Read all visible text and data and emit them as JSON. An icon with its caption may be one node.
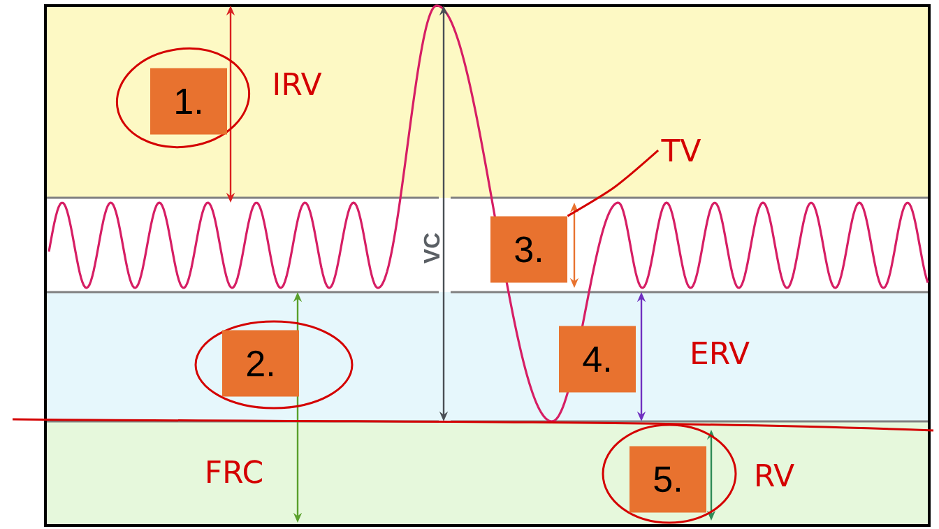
{
  "diagram": {
    "nodes": [
      {
        "text": [
          "1."
        ]
      },
      {
        "text": [
          "2."
        ]
      },
      {
        "text": [
          "3."
        ]
      },
      {
        "text": [
          "4."
        ]
      },
      {
        "text": [
          "5."
        ]
      },
      {
        "text": [
          "TV"
        ]
      }
    ],
    "edges": [
      {
        "from": 5,
        "to": 2,
        "arrow": "none"
      }
    ],
    "labels": [
      "IRV",
      "VC",
      "ERV",
      "FRC",
      "RV"
    ]
  }
}
